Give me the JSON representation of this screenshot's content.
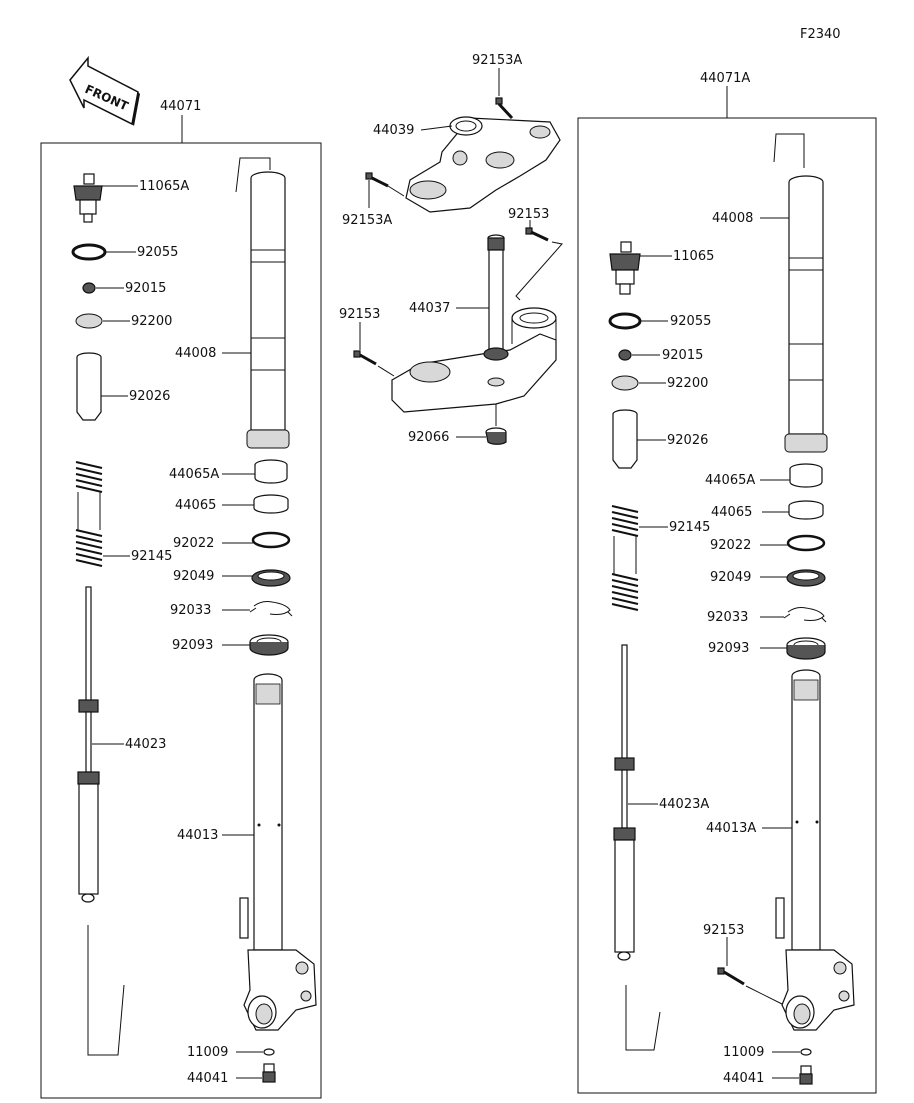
{
  "page_code": "F2340",
  "front_label": "FRONT",
  "left_group": {
    "assembly": "44071",
    "parts": {
      "p11065A": "11065A",
      "p92055": "92055",
      "p92015": "92015",
      "p92200": "92200",
      "p92026": "92026",
      "p44008": "44008",
      "p44065A": "44065A",
      "p44065": "44065",
      "p92022": "92022",
      "p92049": "92049",
      "p92033": "92033",
      "p92093": "92093",
      "p92145": "92145",
      "p44023": "44023",
      "p44013": "44013",
      "p11009": "11009",
      "p44041": "44041"
    }
  },
  "center_group": {
    "parts": {
      "p92153A_top": "92153A",
      "p44039": "44039",
      "p92153A_left": "92153A",
      "p92153_right": "92153",
      "p44037": "44037",
      "p92153_left": "92153",
      "p92066": "92066"
    }
  },
  "right_group": {
    "assembly": "44071A",
    "parts": {
      "p44008": "44008",
      "p11065": "11065",
      "p92055": "92055",
      "p92015": "92015",
      "p92200": "92200",
      "p92026": "92026",
      "p44065A": "44065A",
      "p44065": "44065",
      "p92145": "92145",
      "p92022": "92022",
      "p92049": "92049",
      "p92033": "92033",
      "p92093": "92093",
      "p44023A": "44023A",
      "p44013A": "44013A",
      "p92153": "92153",
      "p11009": "11009",
      "p44041": "44041"
    }
  }
}
